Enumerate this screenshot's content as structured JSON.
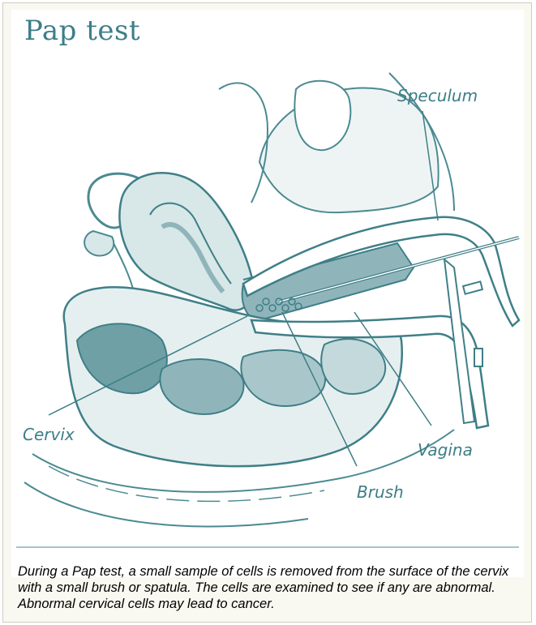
{
  "title": "Pap test",
  "labels": {
    "speculum": "Speculum",
    "cervix": "Cervix",
    "vagina": "Vagina",
    "brush": "Brush"
  },
  "caption": "During a Pap test, a small sample of cells is removed from the surface of the cervix with a small brush or spatula. The cells are examined to see if any are abnormal. Abnormal cervical cells may lead to cancer.",
  "colors": {
    "accent": "#3d7e87",
    "fill_light": "#d8e7e8",
    "fill_mid": "#8fb5ba",
    "fill_dark": "#3f7f87",
    "frame_bg": "#f9f8f1"
  }
}
